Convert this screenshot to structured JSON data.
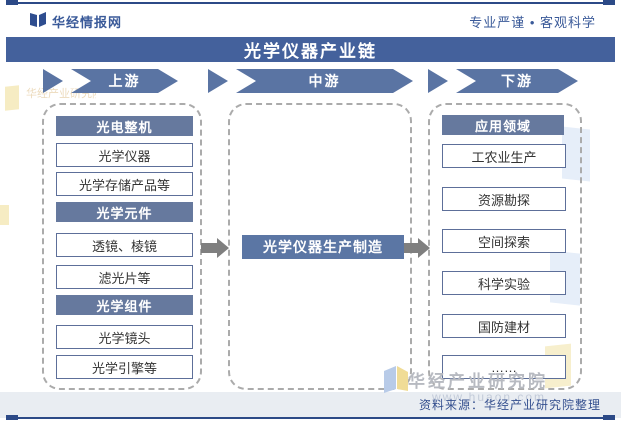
{
  "page": {
    "brand": "华经情报网",
    "slogan": "专业严谨 • 客观科学",
    "title": "光学仪器产业链",
    "source_note": "资料来源：华经产业研究院整理"
  },
  "stages": [
    {
      "label": "上游"
    },
    {
      "label": "中游"
    },
    {
      "label": "下游"
    }
  ],
  "upstream": {
    "groups": [
      {
        "header": "光电整机",
        "items": [
          "光学仪器",
          "光学存储产品等"
        ]
      },
      {
        "header": "光学元件",
        "items": [
          "透镜、棱镜",
          "滤光片等"
        ]
      },
      {
        "header": "光学组件",
        "items": [
          "光学镜头",
          "光学引擎等"
        ]
      }
    ]
  },
  "midstream": {
    "label": "光学仪器生产制造"
  },
  "downstream": {
    "header": "应用领域",
    "items": [
      "工农业生产",
      "资源勘探",
      "空间探索",
      "科学实验",
      "国防建材",
      "……"
    ]
  },
  "watermark": {
    "name": "华经产业研究院",
    "url": "www.huaon.com"
  },
  "colors": {
    "title_banner": "#44619c",
    "stage_arrow": "#5a74a3",
    "section_header": "#66799e",
    "mid_box": "#5b76a4",
    "box_border": "#5d6f99",
    "rule": "#2c4a87",
    "gray_arrow": "#7f7f7f",
    "footer_bg": "#e9edf2"
  }
}
